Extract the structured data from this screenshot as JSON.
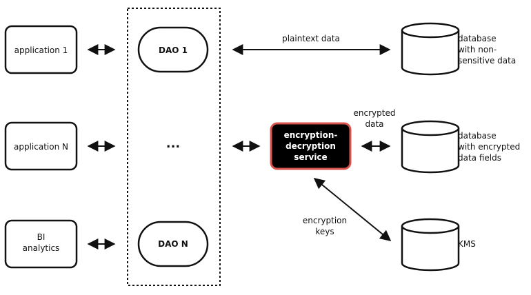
{
  "applications": [
    "application 1",
    "application N",
    "BI",
    "analytics"
  ],
  "dao": {
    "dao1": "DAO 1",
    "ellipsis": "...",
    "daoN": "DAO N"
  },
  "service": [
    "encryption-",
    "decryption",
    "service"
  ],
  "edges": {
    "plaintext": "plaintext data",
    "encrypted": [
      "encrypted",
      "data"
    ],
    "keys": [
      "encryption",
      "keys"
    ]
  },
  "stores": {
    "db1": [
      "database",
      "with non-",
      "sensitive data"
    ],
    "db2": [
      "database",
      "with encrypted",
      "data fields"
    ],
    "kms": [
      "KMS"
    ]
  },
  "colors": {
    "stroke": "#111111",
    "service_fill": "#000000",
    "service_border": "#d9534f",
    "service_text": "#ffffff"
  }
}
